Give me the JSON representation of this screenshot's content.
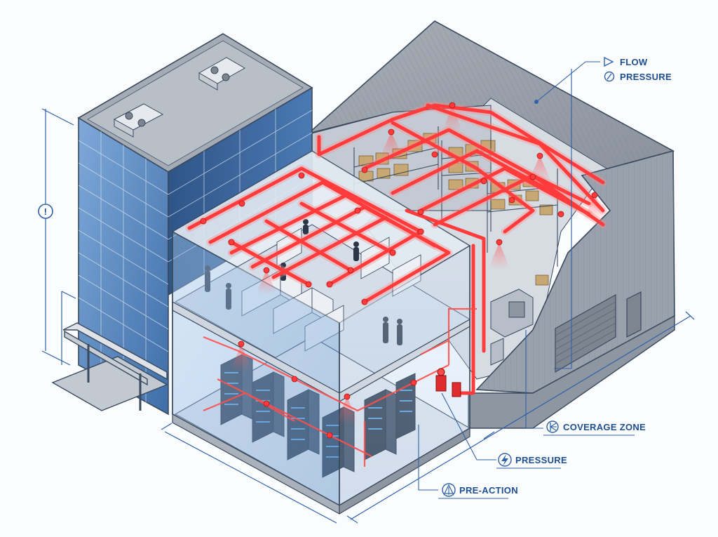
{
  "callouts": {
    "flow": {
      "label": "FLOW",
      "icon": "flow-triangle-icon"
    },
    "pressure_top": {
      "label": "PRESSURE",
      "icon": "gauge-icon"
    },
    "coverage_zone": {
      "label": "COVERAGE ZONE",
      "icon": "sprinkler-coverage-icon"
    },
    "pressure_bottom": {
      "label": "PRESSURE",
      "icon": "lightning-bolt-icon"
    },
    "pre_action": {
      "label": "PRE-ACTION",
      "icon": "pre-action-valve-icon"
    },
    "height_marker": {
      "label": "!",
      "icon": "warning-icon"
    }
  },
  "colors": {
    "pipe_red": "#ff3b3b",
    "accent_blue": "#2e62a8",
    "glass_blue": "#8fb8e6",
    "roof_grey": "#9aa1ab",
    "building_dark": "#3a4a5e"
  }
}
